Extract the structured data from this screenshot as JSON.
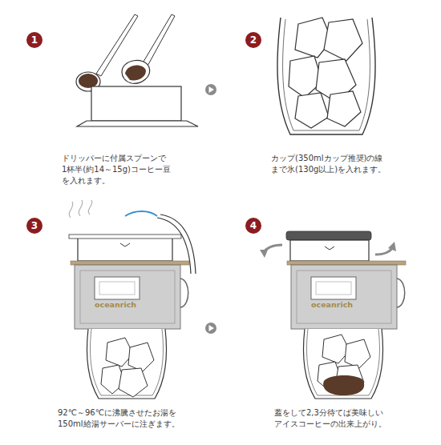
{
  "diagram": {
    "nodes": [
      {
        "text": [
          "1"
        ]
      },
      {
        "text": [
          "2"
        ]
      },
      {
        "text": [
          "3"
        ]
      },
      {
        "text": [
          "4"
        ]
      }
    ],
    "labels": [
      "ドリッパーに付属スプーンで 1杯半(約14～15g)コーヒー豆 を入れます。",
      "カップ(350mlカップ推奨)の線 まで氷(130g以上)を入れます。",
      "92℃～96℃に沸騰させたお湯を 150ml給湯サーバーに注ぎます。",
      "蓋をして2,3分待てば美味しい アイスコーヒーの出来上がり。",
      "oceanrich",
      "oceanrich"
    ]
  }
}
